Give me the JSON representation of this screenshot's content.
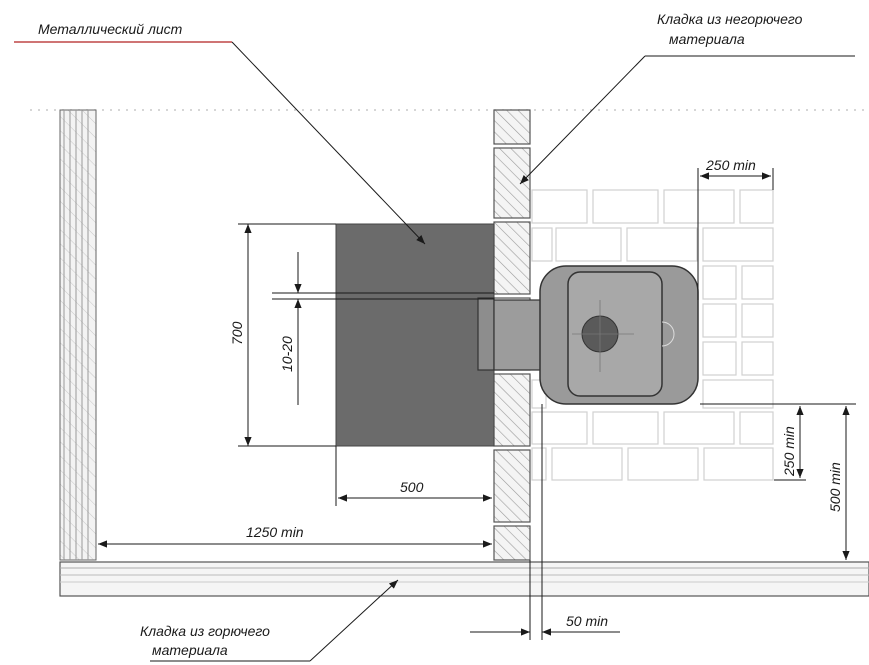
{
  "labels": {
    "metal_sheet": "Металлический лист",
    "nonflammable_line1": "Кладка из негорючего",
    "nonflammable_line2": "материала",
    "flammable_line1": "Кладка из горючего",
    "flammable_line2": "материала"
  },
  "dimensions": {
    "sheet_height": "700",
    "gap": "10-20",
    "sheet_depth": "500",
    "side_clearance": "250 min",
    "front_clearance": "1250 min",
    "wall_gap": "50 min",
    "bottom_clearance_250": "250 min",
    "bottom_clearance_500": "500 min"
  },
  "colors": {
    "metal_sheet": "#6b6b6b",
    "stove_body": "#9a9a9a",
    "stove_panel": "#a8a8a8",
    "chimney": "#5a5a5a",
    "brick_stroke": "#cfcfcf",
    "wall_hatch": "#8c8c8c",
    "accent_line": "#b22222"
  }
}
